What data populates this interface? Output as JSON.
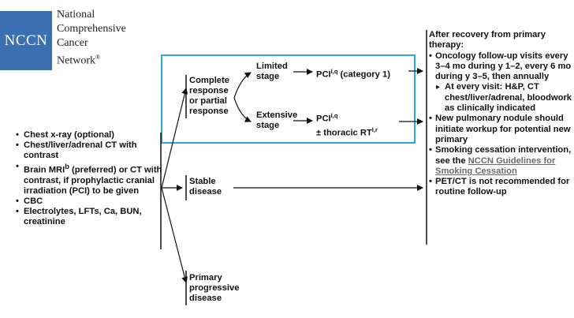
{
  "colors": {
    "logo_bg": "#3a6fb2",
    "highlight_box": "#29a9e0"
  },
  "logo": {
    "abbr": "NCCN",
    "lines": [
      "National",
      "Comprehensive",
      "Cancer",
      "Network"
    ],
    "reg": "®"
  },
  "workup": [
    "Chest x-ray (optional)",
    "Chest/liver/adrenal CT with contrast",
    {
      "pre": "Brain MRI",
      "sup": "b",
      "post": " (preferred) or CT with contrast, if prophylactic cranial irradiation (PCI) to be given"
    },
    "CBC",
    "Electrolytes, LFTs, Ca, BUN, creatinine"
  ],
  "response": {
    "complete": [
      "Complete",
      "response",
      "or partial",
      "response"
    ],
    "stable": [
      "Stable",
      "disease"
    ],
    "progressive": [
      "Primary",
      "progressive",
      "disease"
    ]
  },
  "stage": {
    "limited": [
      "Limited",
      "stage"
    ],
    "extensive": [
      "Extensive",
      "stage"
    ]
  },
  "treatment": {
    "limited": {
      "base": "PCI",
      "sup": "l,q",
      "post": " (category 1)"
    },
    "extensive_line1": {
      "base": "PCI",
      "sup": "l,q"
    },
    "extensive_line2": {
      "base": "± thoracic RT",
      "sup": "l,r"
    }
  },
  "followup": {
    "heading": [
      "After recovery from primary",
      "therapy:"
    ],
    "items": [
      "Oncology follow-up visits every 3–4 mo during y 1–2, every 6 mo during y 3–5, then annually",
      "At every visit: H&P, CT chest/liver/adrenal, bloodwork as clinically indicated",
      "New pulmonary nodule should initiate workup for potential new primary",
      {
        "pre": "Smoking cessation intervention, see the ",
        "link": "NCCN Guidelines for Smoking Cessation"
      },
      "PET/CT is not recommended for routine follow-up"
    ]
  }
}
